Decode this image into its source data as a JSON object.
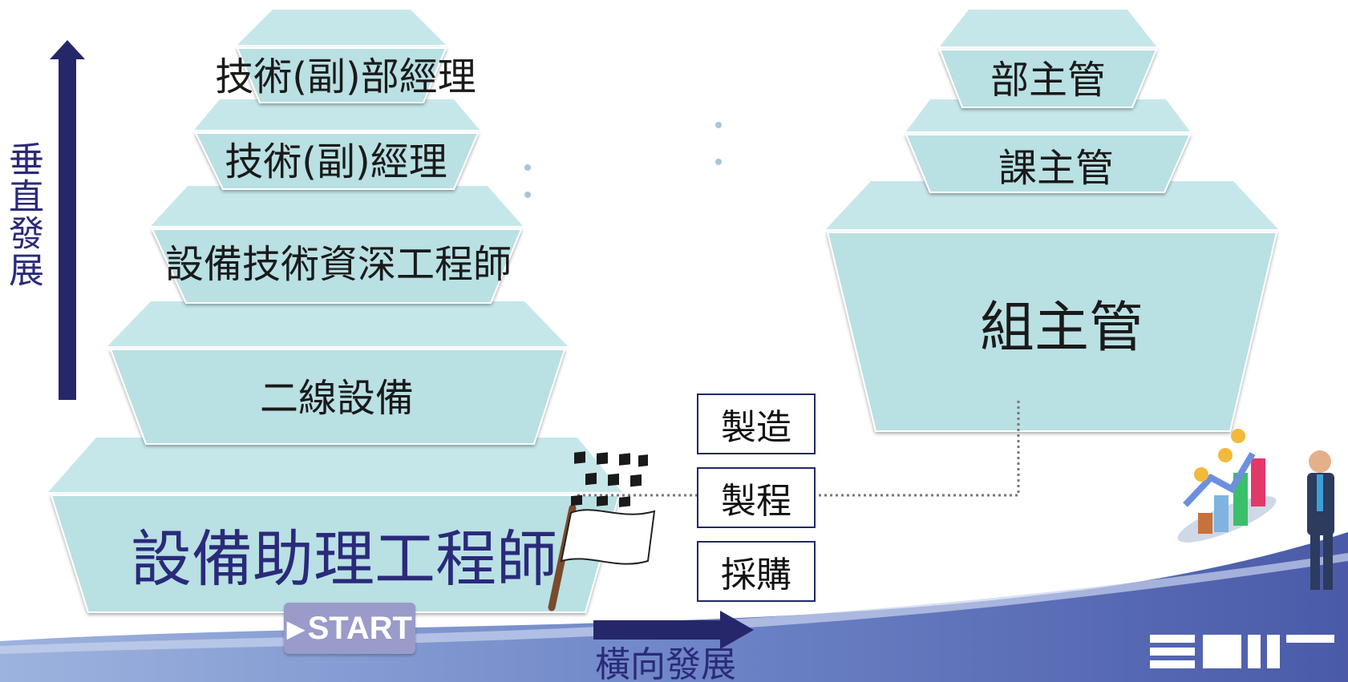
{
  "vertical_axis": {
    "label": "垂直發展"
  },
  "horizontal_axis": {
    "label": "橫向發展"
  },
  "technical_ladder": {
    "levels": [
      {
        "label": "技術(副)部經理"
      },
      {
        "label": "技術(副)經理"
      },
      {
        "label": "設備技術資深工程師"
      },
      {
        "label": "二線設備"
      },
      {
        "label": "設備助理工程師"
      }
    ]
  },
  "management_ladder": {
    "levels": [
      {
        "label": "部主管"
      },
      {
        "label": "課主管"
      },
      {
        "label": "組主管"
      }
    ]
  },
  "lateral_options": [
    {
      "label": "製造"
    },
    {
      "label": "製程"
    },
    {
      "label": "採購"
    }
  ],
  "start_button": {
    "label": "START",
    "icon": "play-triangle-icon"
  },
  "decorations": {
    "flag_icon": "checkered-flag-icon",
    "illustration": "businessman-growth-chart-illustration",
    "logo_text": "SDII"
  },
  "colors": {
    "tier_fill": "#b9e0e3",
    "tier_top": "#c6e7ea",
    "arrow": "#26276b",
    "footer_band": "#5b6bb8",
    "text_accent": "#2a2a7a"
  }
}
